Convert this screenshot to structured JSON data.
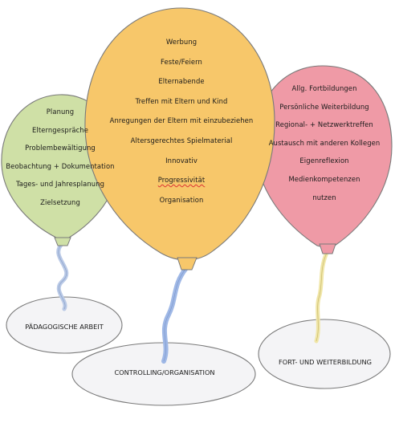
{
  "colors": {
    "green_balloon": "#cfe0a6",
    "yellow_balloon": "#f7c76a",
    "pink_balloon": "#ef9aa6",
    "base_fill": "#f4f4f6",
    "string_green": "#b9c9e6",
    "string_blue": "#9fb8e6",
    "string_yellow": "#f0e6a8",
    "outline": "#7a7a7a"
  },
  "balloons": {
    "green": {
      "items": [
        "Planung",
        "Elterngespräche",
        "Problembewältigung",
        "Beobachtung + Dokumentation",
        "Tages- und Jahresplanung",
        "Zielsetzung"
      ],
      "base_label": "PÄDAGOGISCHE ARBEIT"
    },
    "yellow": {
      "items": [
        "Werbung",
        "Feste/Feiern",
        "Elternabende",
        "Treffen mit Eltern und Kind",
        "Anregungen der Eltern mit einzubeziehen",
        "Altersgerechtes Spielmaterial",
        "Innovativ",
        "Progressivität",
        "Organisation"
      ],
      "base_label": "CONTROLLING/ORGANISATION"
    },
    "pink": {
      "items": [
        "Allg. Fortbildungen",
        "Persönliche Weiterbildung",
        "Regional- + Netzwerktreffen",
        "Austausch mit anderen Kollegen",
        "Eigenreflexion",
        "Medienkompetenzen",
        "nutzen"
      ],
      "base_label": "FORT- UND WEITERBILDUNG"
    }
  }
}
